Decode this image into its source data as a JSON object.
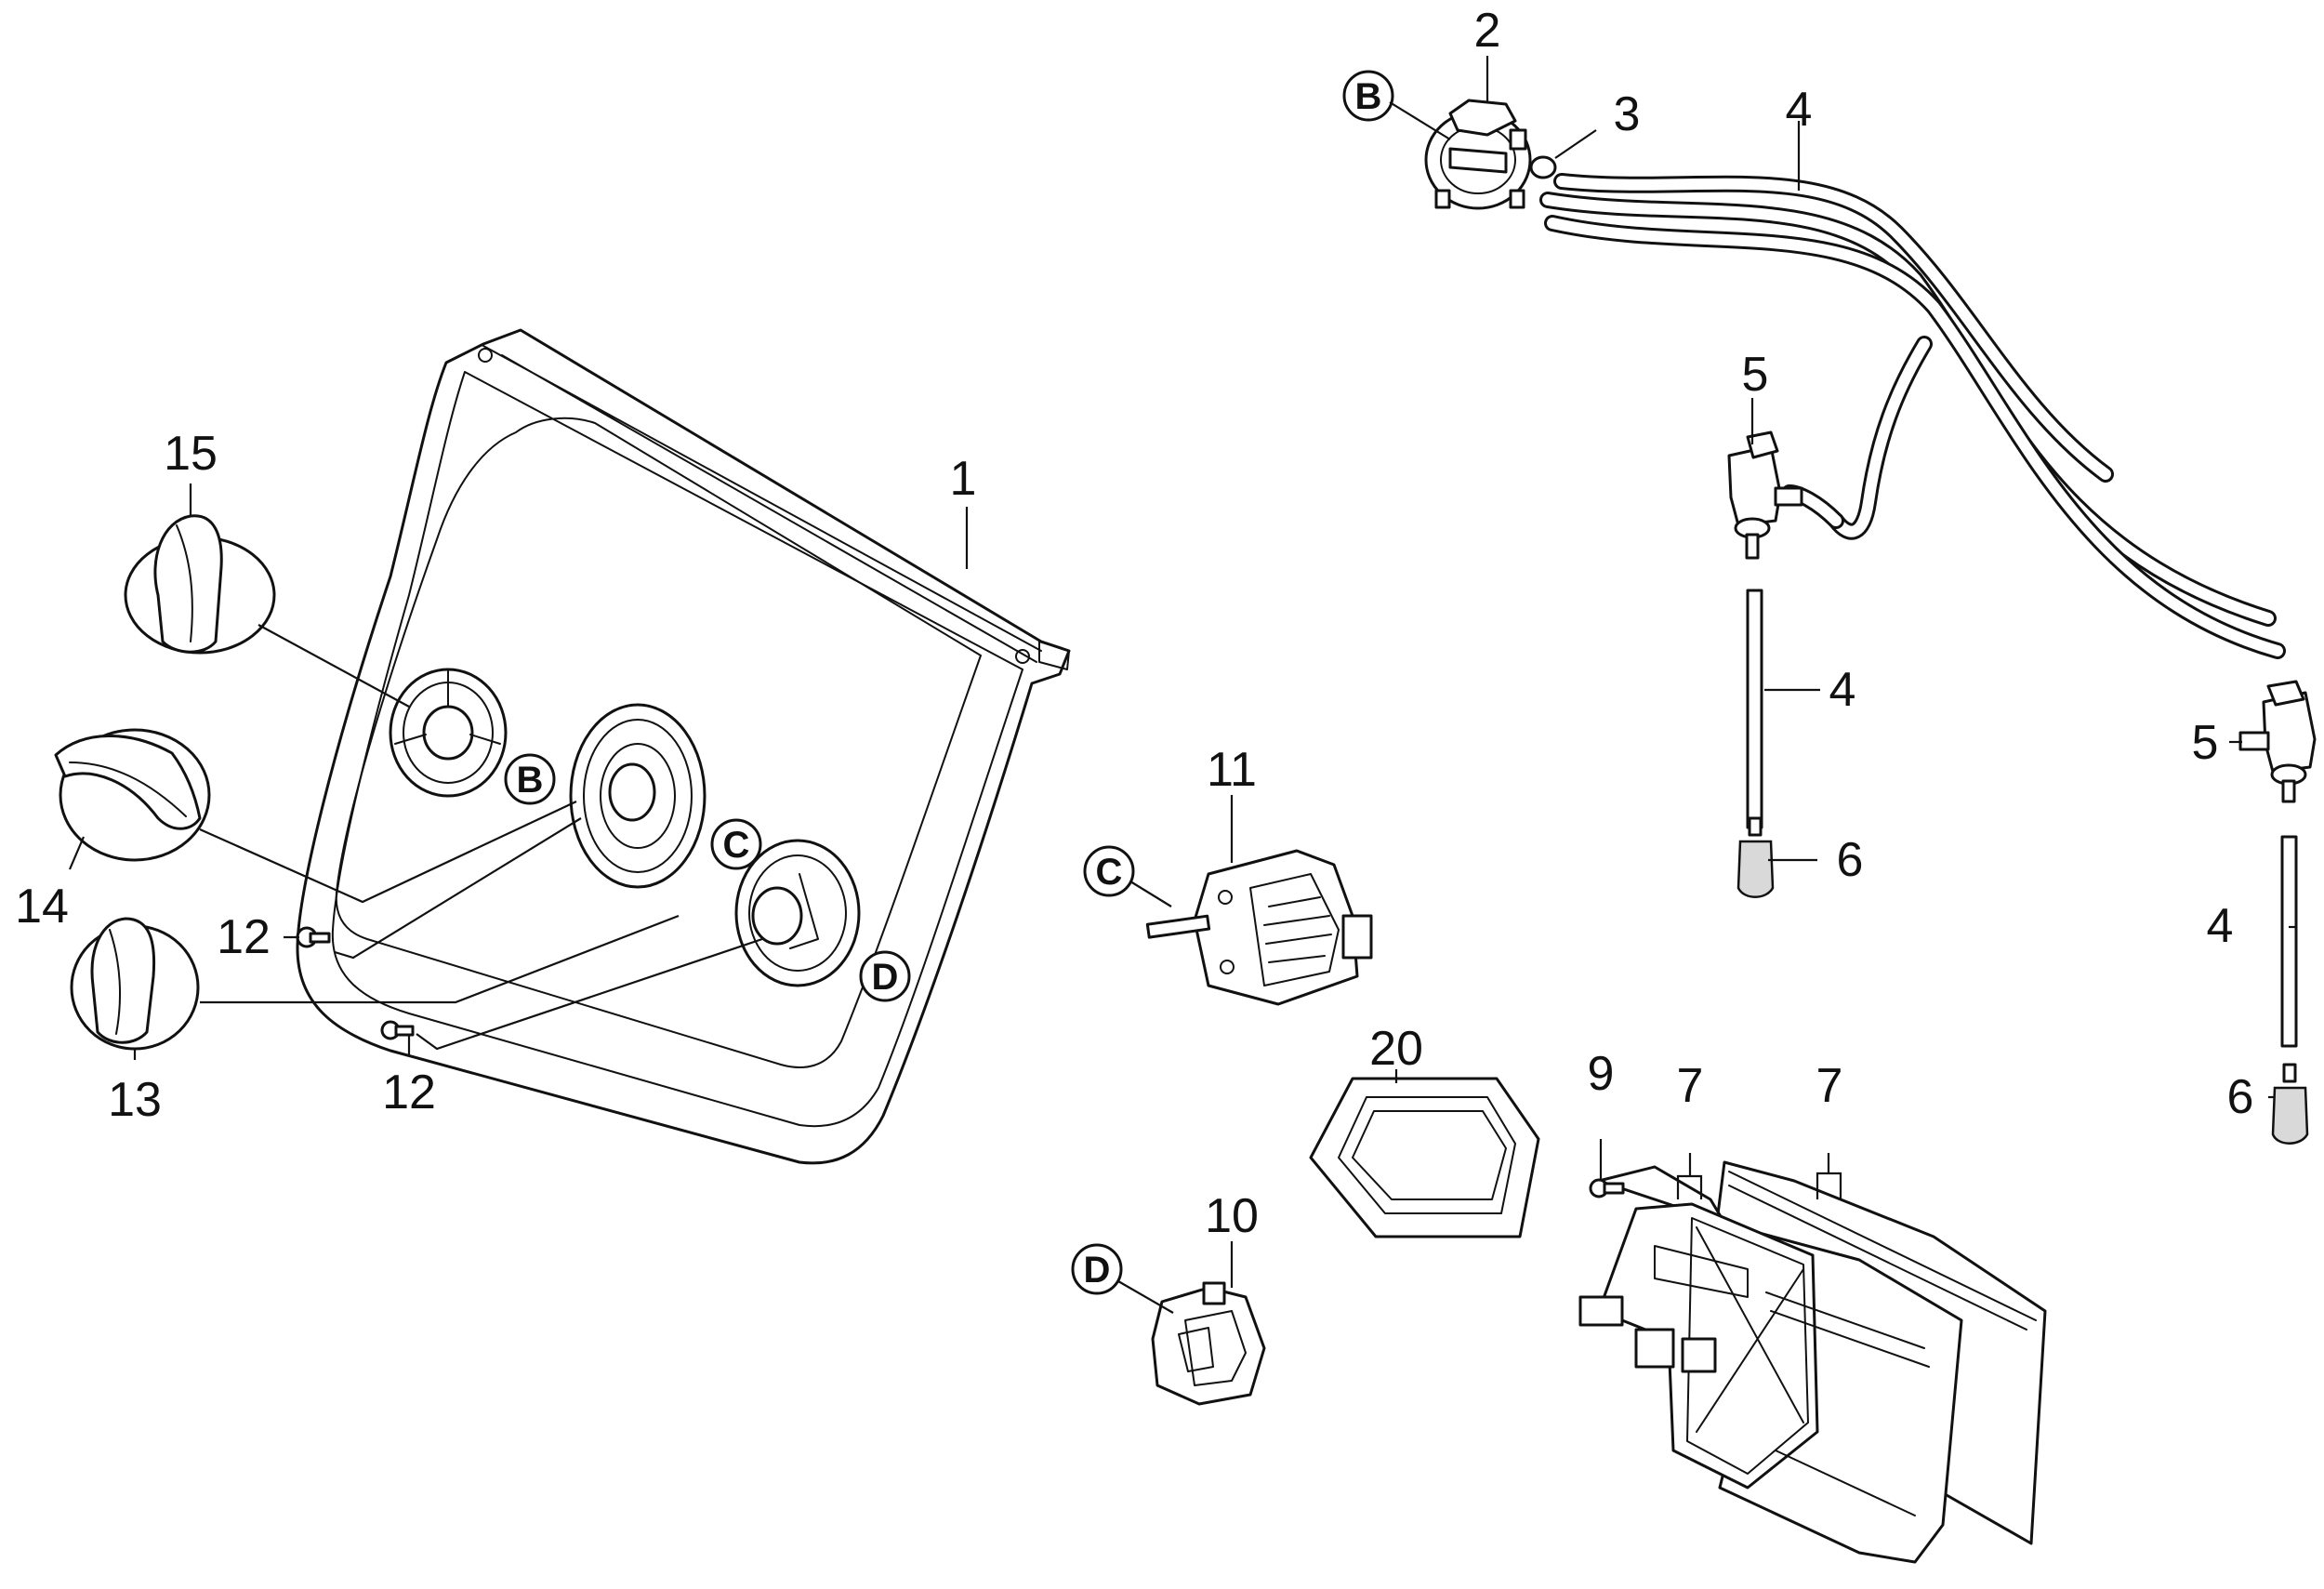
{
  "callouts": {
    "c1": "1",
    "c2": "2",
    "c3": "3",
    "c4a": "4",
    "c4b": "4",
    "c4c": "4",
    "c5a": "5",
    "c5b": "5",
    "c6a": "6",
    "c6b": "6",
    "c7a": "7",
    "c7b": "7",
    "c9": "9",
    "c10": "10",
    "c11": "11",
    "c12a": "12",
    "c12b": "12",
    "c13": "13",
    "c14": "14",
    "c15": "15",
    "c20": "20"
  },
  "refs": {
    "panel_b": "B",
    "panel_c": "C",
    "panel_d": "D",
    "part2_b": "B",
    "part11_c": "C",
    "part10_d": "D"
  }
}
